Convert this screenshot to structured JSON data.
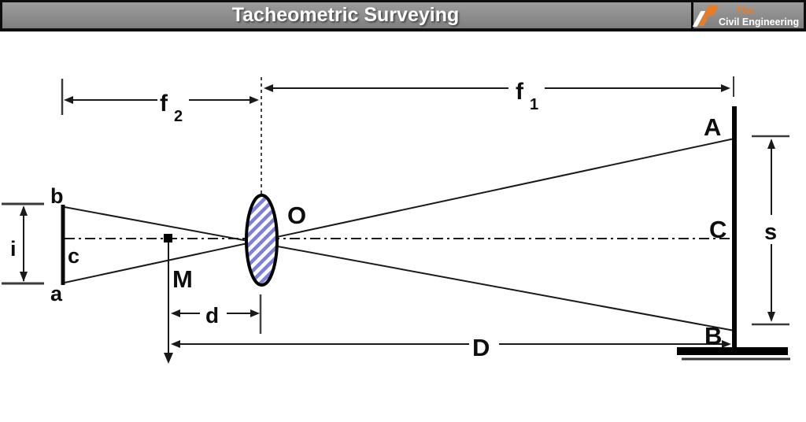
{
  "header": {
    "title": "Tacheometric Surveying",
    "logo": {
      "line1": "The",
      "line2": "Civil Engineering"
    }
  },
  "diagram": {
    "labels": {
      "f2": {
        "main": "f",
        "sub": "2"
      },
      "f1": {
        "main": "f",
        "sub": "1"
      },
      "i": "i",
      "b": "b",
      "c": "c",
      "a": "a",
      "m": "M",
      "o": "O",
      "d": "d",
      "big_d": "D",
      "staff_a": "A",
      "staff_c": "C",
      "staff_b": "B",
      "s": "s"
    }
  },
  "colors": {
    "header_bg": "#8c8c8c",
    "header_border": "#0d0d0d",
    "title_text": "#ffffff",
    "logo_orange": "#e87c25",
    "logo_white": "#ffffff",
    "diagram_line": "#1a1a1a",
    "lens_hatch_blue": "#7d7fd9"
  }
}
